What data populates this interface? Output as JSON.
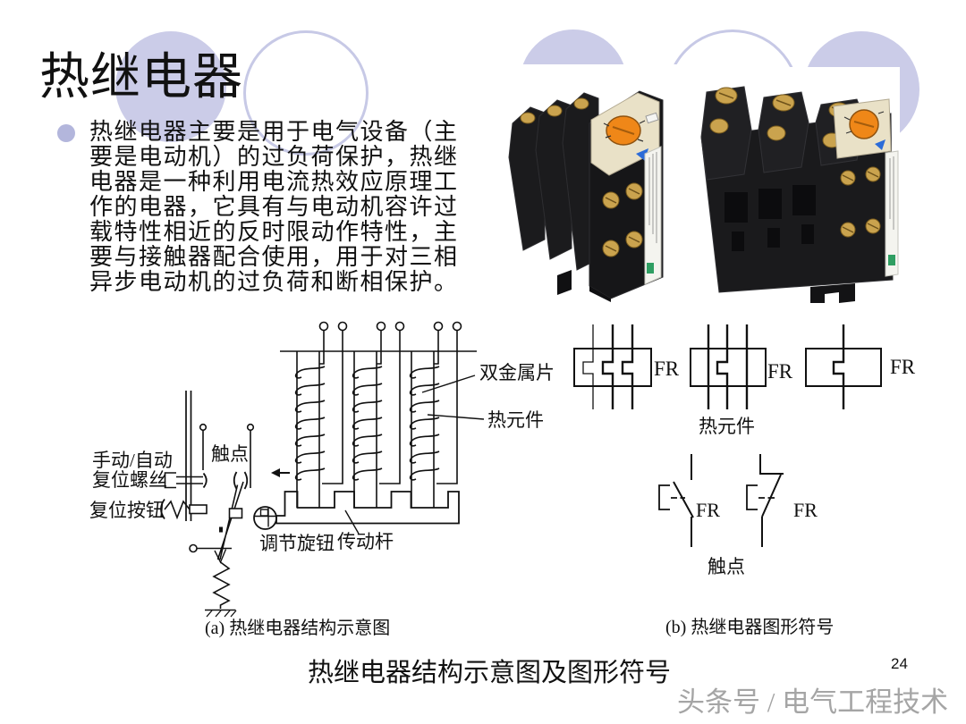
{
  "slide": {
    "title": "热继电器",
    "bullet_lines": [
      "热继电器主要是用于电气设备（主",
      "要是电动机）的过负荷保护，热继",
      "电器是一种利用电流热效应原理工",
      "作的电器，它具有与电动机容许过",
      "载特性相近的反时限动作特性，主",
      "要与接触器配合使用，用于对三相",
      "异步电动机的过负荷和断相保护。"
    ],
    "caption_main": "热继电器结构示意图及图形符号",
    "page_number": "24",
    "watermark": "头条号 / 电气工程技术"
  },
  "structure_diagram": {
    "caption": "(a) 热继电器结构示意图",
    "labels": {
      "bimetal_strip": "双金属片",
      "heat_element": "热元件",
      "contact": "触点",
      "manual_auto_line1": "手动/自动",
      "manual_auto_line2": "复位螺丝",
      "reset_button": "复位按钮",
      "adjust_knob": "调节旋钮",
      "drive_rod": "传动杆"
    }
  },
  "symbol_diagram": {
    "caption": "(b) 热继电器图形符号",
    "heat_element_label": "热元件",
    "contact_label": "触点",
    "fr_labels": [
      "FR",
      "FR",
      "FR",
      "FR",
      "FR"
    ]
  },
  "icons": {
    "decorative_circles": "lavender-circle-ornaments",
    "photos": [
      "thermal-relay-product-photo-left",
      "thermal-relay-product-photo-right"
    ]
  },
  "colors": {
    "accent_lavender": "#cbcce8",
    "watermark_gray": "#a5a5a5",
    "line_black": "#111111",
    "relay_dial_orange": "#ef8718",
    "relay_panel_cream": "#e9e1c7",
    "relay_body_black": "#1b1b1d",
    "relay_screw_gold": "#c9a24a",
    "relay_logo_green": "#2f9e62"
  }
}
